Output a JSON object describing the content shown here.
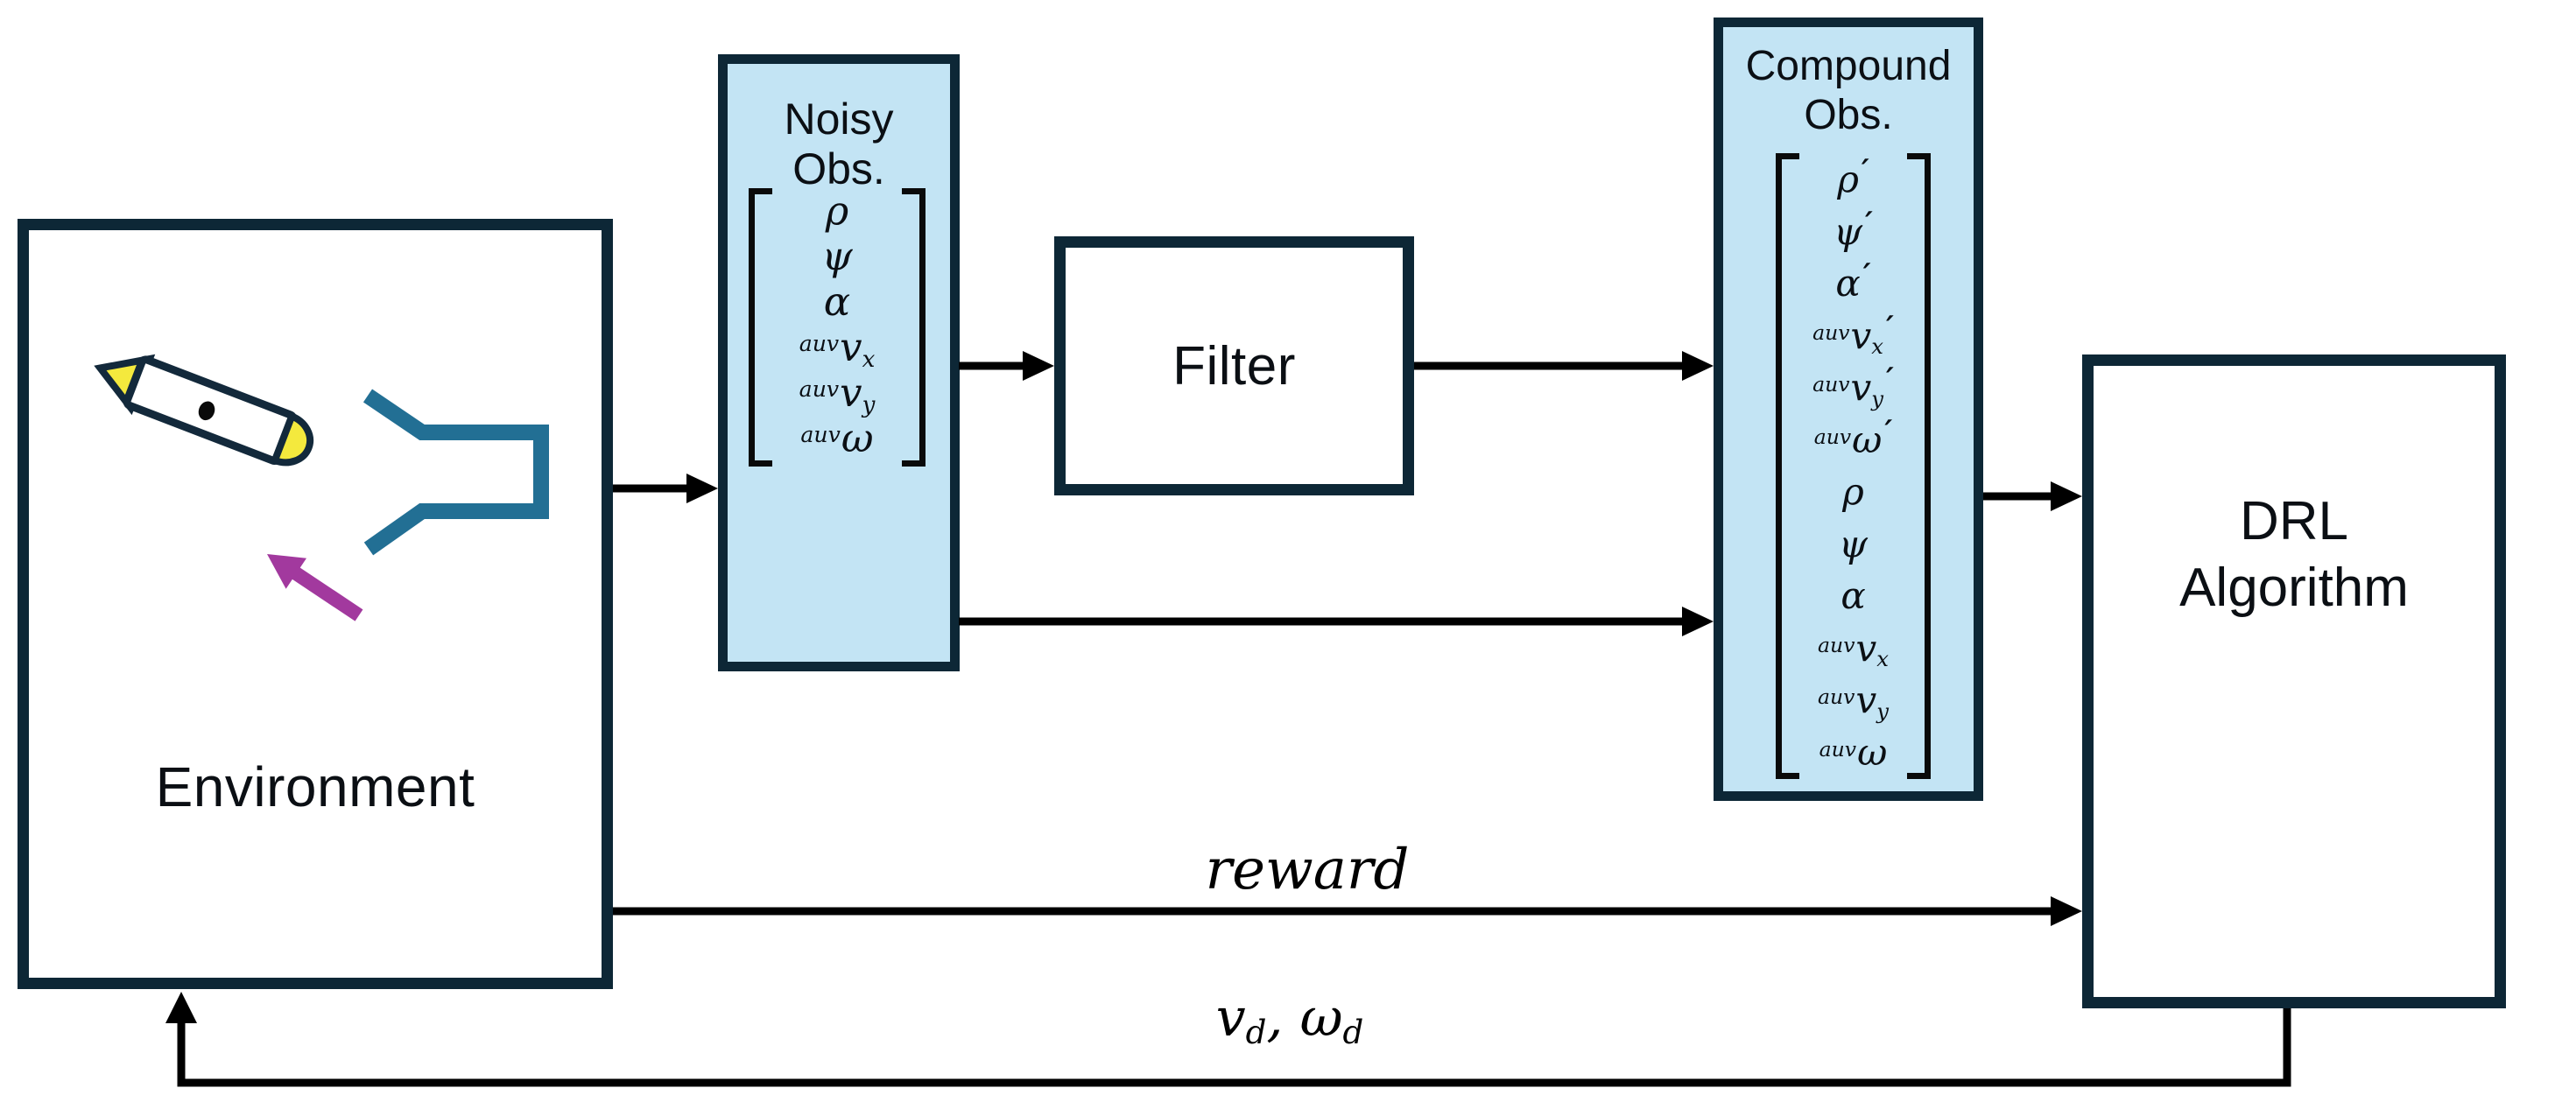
{
  "page": {
    "title": "AUV deep reinforcement learning observation-filtering pipeline"
  },
  "colors": {
    "border": "#0d2736",
    "panel-blue": "#c3e4f4",
    "panel-white": "#ffffff",
    "connector": "#000000",
    "text": "#0b0f14",
    "dock-teal": "#226f94",
    "current-magenta": "#a2399e",
    "auv-yellow": "#f4e93d",
    "auv-outline": "#13293b"
  },
  "environment": {
    "label": "Environment",
    "icons": [
      {
        "name": "auv-icon"
      },
      {
        "name": "docking-station-icon"
      },
      {
        "name": "current-arrow-icon"
      }
    ]
  },
  "noisy_obs": {
    "title": [
      "Noisy",
      "Obs."
    ],
    "vector": [
      {
        "base": "ρ"
      },
      {
        "base": "ψ"
      },
      {
        "base": "α"
      },
      {
        "pre": "auv",
        "base": "v",
        "sub": "x"
      },
      {
        "pre": "auv",
        "base": "v",
        "sub": "y"
      },
      {
        "pre": "auv",
        "base": "ω"
      }
    ]
  },
  "filter": {
    "label": "Filter"
  },
  "compound_obs": {
    "title": [
      "Compound",
      "Obs."
    ],
    "vector": [
      {
        "base": "ρ",
        "prime": "′"
      },
      {
        "base": "ψ",
        "prime": "′"
      },
      {
        "base": "α",
        "prime": "′"
      },
      {
        "pre": "auv",
        "base": "v",
        "sub": "x",
        "prime": "′"
      },
      {
        "pre": "auv",
        "base": "v",
        "sub": "y",
        "prime": "′"
      },
      {
        "pre": "auv",
        "base": "ω",
        "prime": "′"
      },
      {
        "base": "ρ"
      },
      {
        "base": "ψ"
      },
      {
        "base": "α"
      },
      {
        "pre": "auv",
        "base": "v",
        "sub": "x"
      },
      {
        "pre": "auv",
        "base": "v",
        "sub": "y"
      },
      {
        "pre": "auv",
        "base": "ω"
      }
    ]
  },
  "drl": {
    "label": [
      "DRL",
      "Algorithm"
    ]
  },
  "edges": {
    "reward_label": "reward",
    "action": {
      "v": "v",
      "v_sub": "d",
      "comma": ", ",
      "omega": "ω",
      "omega_sub": "d"
    },
    "connections": [
      {
        "from": "environment",
        "to": "noisy-obs"
      },
      {
        "from": "noisy-obs",
        "to": "filter"
      },
      {
        "from": "filter",
        "to": "compound-obs"
      },
      {
        "from": "noisy-obs",
        "to": "compound-obs"
      },
      {
        "from": "compound-obs",
        "to": "drl-algorithm"
      },
      {
        "from": "environment",
        "to": "drl-algorithm",
        "label": "reward"
      },
      {
        "from": "drl-algorithm",
        "to": "environment",
        "label": "vd, ωd"
      }
    ]
  }
}
